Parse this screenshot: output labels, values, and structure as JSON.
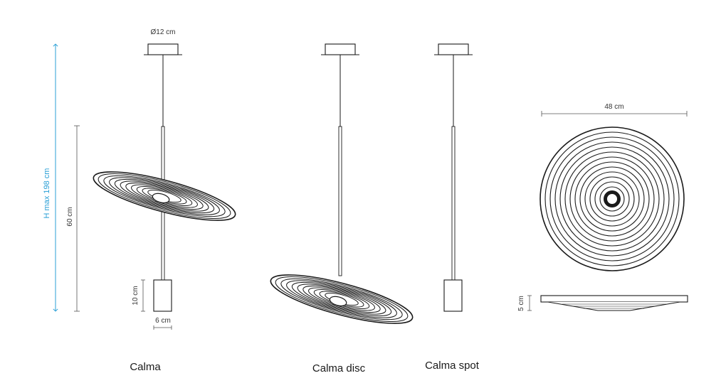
{
  "dimensions": {
    "canopy_diameter": "Ø12 cm",
    "overall_height": "H max 198 cm",
    "diffuser_height": "60 cm",
    "spot_height": "10 cm",
    "spot_width": "6 cm",
    "disc_diameter": "48 cm",
    "disc_thickness": "5 cm"
  },
  "captions": {
    "calma": "Calma",
    "calma_disc": "Calma disc",
    "calma_spot": "Calma spot"
  },
  "colors": {
    "line": "#1a1a1a",
    "dimension_line": "#555555",
    "height_accent": "#2a9fd6"
  }
}
